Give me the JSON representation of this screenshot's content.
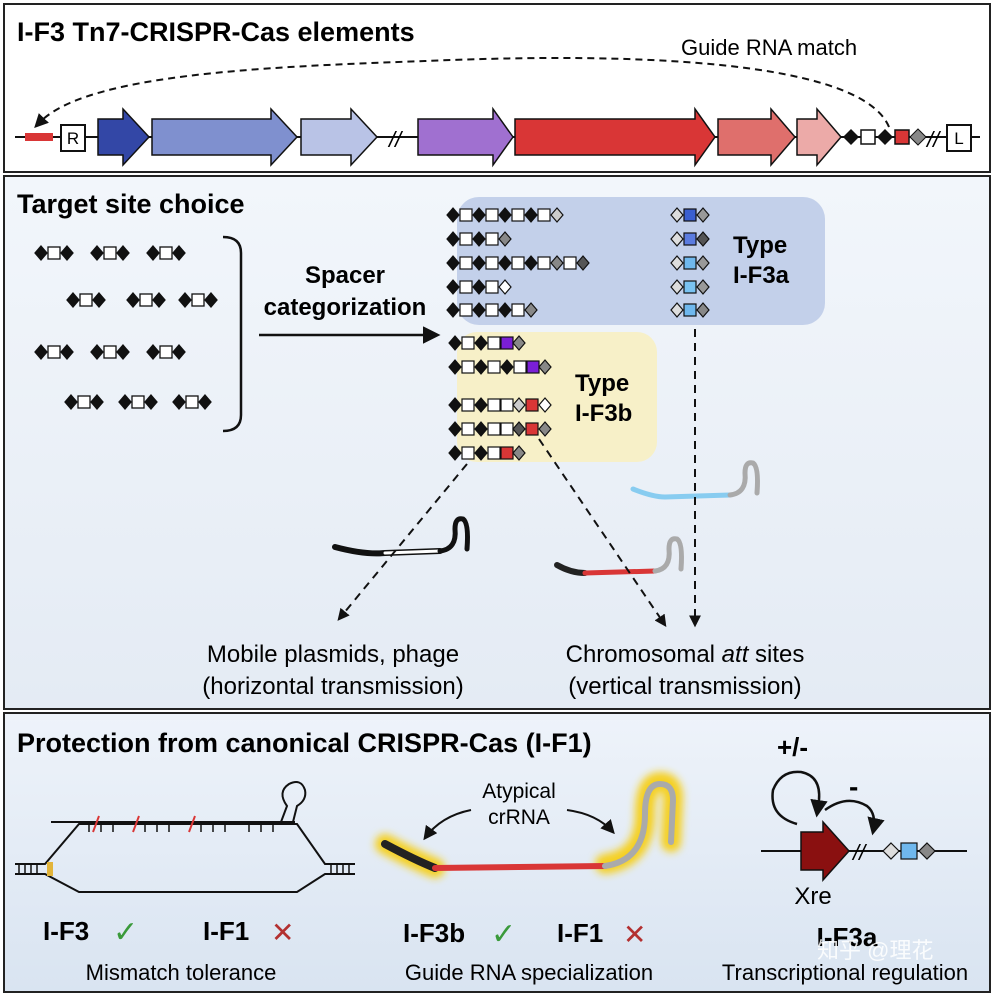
{
  "panel1": {
    "title": "I-F3 Tn7-CRISPR-Cas elements",
    "guide_label": "Guide RNA match",
    "right_end_label": "R",
    "left_end_label": "L",
    "break_mark": "//"
  },
  "panel2": {
    "title": "Target site choice",
    "spacer_line1": "Spacer",
    "spacer_line2": "categorization",
    "type_a_line1": "Type",
    "type_a_line2": "I-F3a",
    "type_b_line1": "Type",
    "type_b_line2": "I-F3b",
    "mobile_line1": "Mobile plasmids, phage",
    "mobile_line2": "(horizontal transmission)",
    "chrom_prefix": "Chromosomal ",
    "chrom_italic": "att",
    "chrom_suffix": " sites",
    "chrom_line2": "(vertical transmission)"
  },
  "panel3": {
    "title": "Protection from canonical CRISPR-Cas (I-F1)",
    "left_if3": "I-F3",
    "left_if1": "I-F1",
    "left_caption": "Mismatch tolerance",
    "atypical_line1": "Atypical",
    "atypical_line2": "crRNA",
    "mid_if3b": "I-F3b",
    "mid_if1": "I-F1",
    "mid_caption": "Guide RNA specialization",
    "plus_minus": "+/-",
    "minus": "-",
    "xre": "Xre",
    "right_label": "I-F3a",
    "right_caption": "Transcriptional regulation",
    "check": "✓",
    "cross": "✕",
    "watermark": "知乎 @理花"
  },
  "colors": {
    "cas_dark_blue": "#3347a6",
    "cas_blue": "#7f90cf",
    "cas_light_blue": "#b9c3e6",
    "cas_purple": "#a070d0",
    "cas_red": "#d93636",
    "cas_pink": "#df6f6c",
    "cas_light_pink": "#ecaaa8",
    "type_a_bg": "#c3d0ea",
    "type_b_bg": "#f7f0c8",
    "check_green": "#3a9a3a",
    "cross_red": "#b33030",
    "xre_red": "#8a1010"
  }
}
